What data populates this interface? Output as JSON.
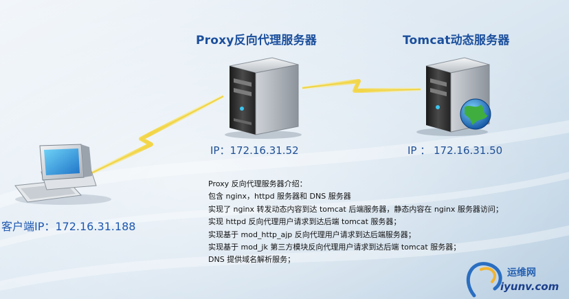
{
  "nodes": {
    "proxy": {
      "title": "Proxy反向代理服务器",
      "ip": "IP：172.16.31.52"
    },
    "tomcat": {
      "title": "Tomcat动态服务器",
      "ip": "IP ： 172.16.31.50"
    },
    "client": {
      "ip": "客户端IP：172.16.31.188"
    }
  },
  "description": {
    "lines": [
      "Proxy 反向代理服务器介绍：",
      "包含 nginx，httpd 服务器和 DNS 服务器",
      "实现了 nginx 转发动态内容到达 tomcat 后端服务器，静态内容在 nginx 服务器访问；",
      "实现 httpd 反向代理用户请求到达后端 tomcat 服务器；",
      "实现基于 mod_http_ajp 反向代理用户请求到达后端服务器；",
      "实现基于 mod_jk 第三方模块反向代理用户请求到达后端 tomcat 服务器；",
      "DNS 提供域名解析服务；"
    ]
  },
  "watermark": {
    "name": "运维网",
    "url": "iyunv.com"
  },
  "colors": {
    "title": "#1b4f9c",
    "ip": "#1f4f95",
    "link": "#f1d64a",
    "server_body": "#3a3a3a"
  },
  "icons": {
    "client": "desktop-computer-icon",
    "proxy": "tower-server-icon",
    "tomcat": "tower-server-globe-icon"
  }
}
